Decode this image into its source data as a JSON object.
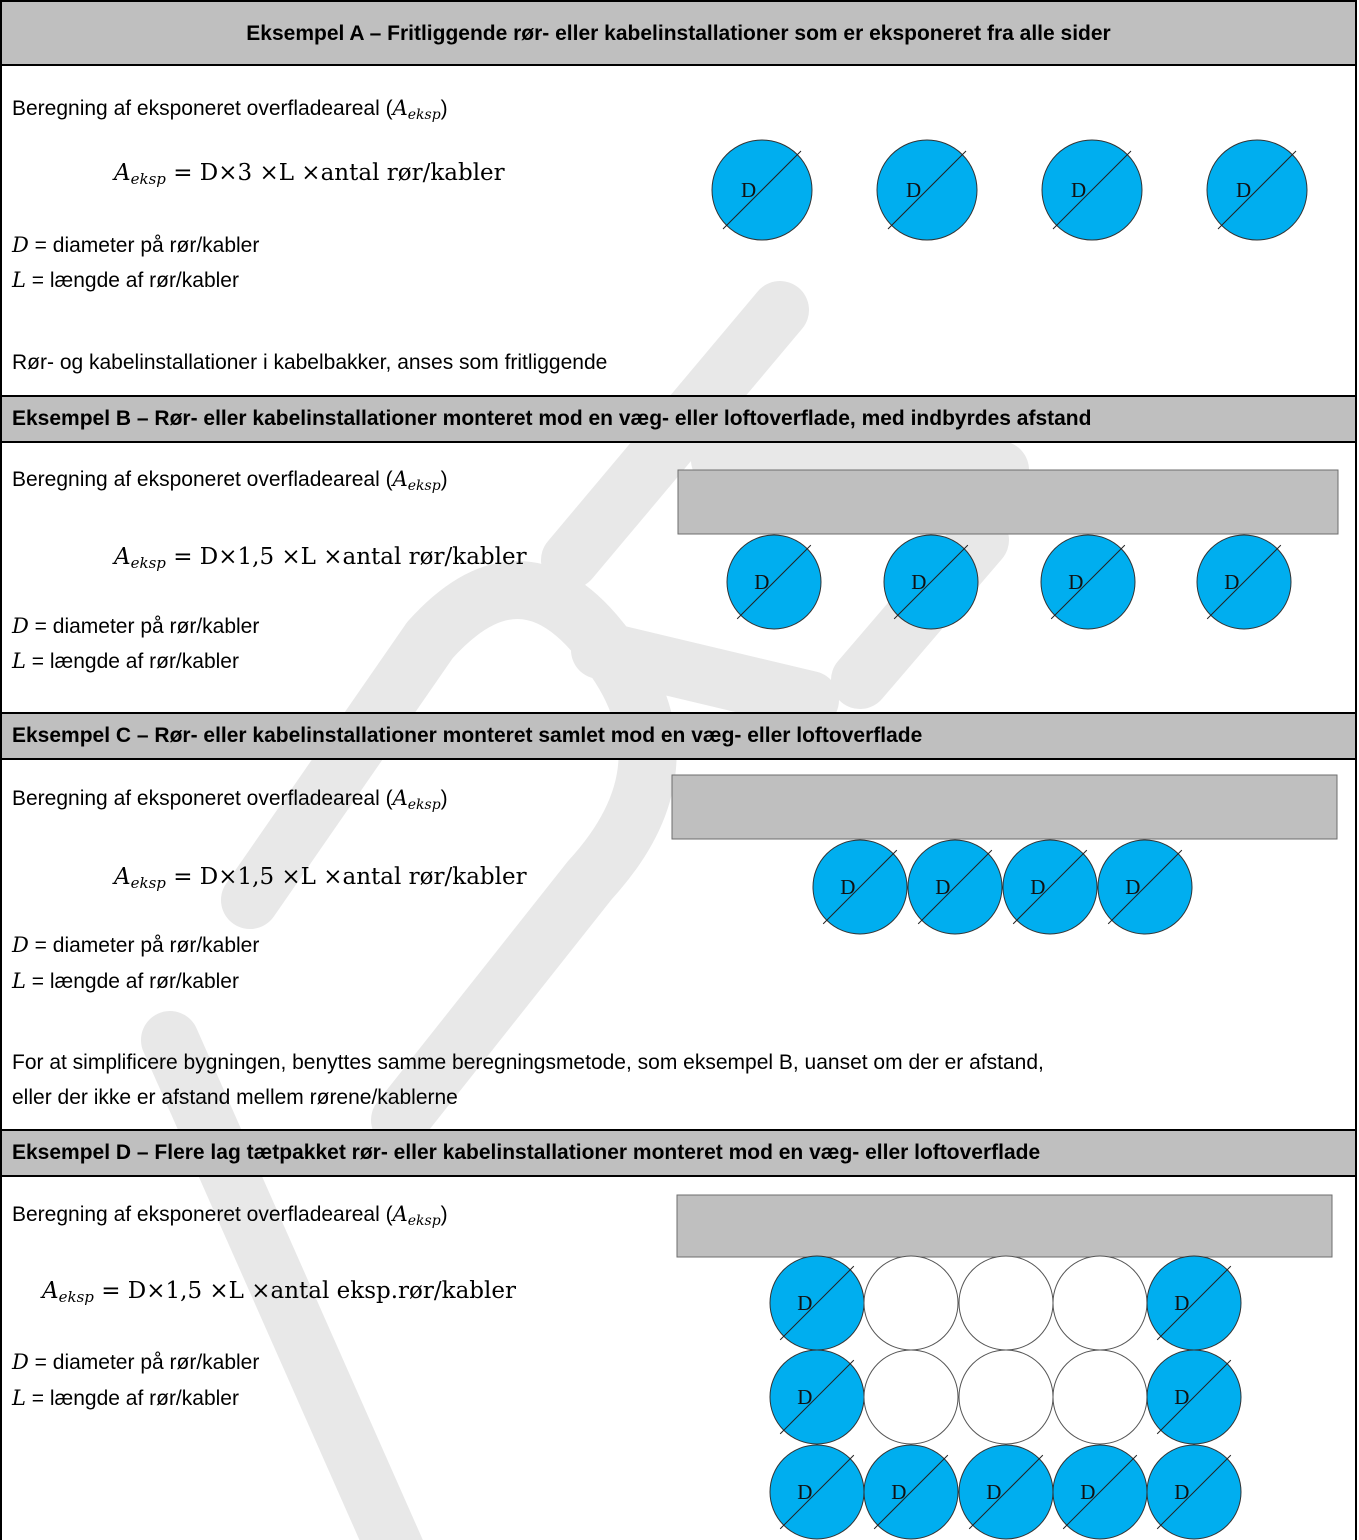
{
  "common": {
    "calc_label_pre": "Beregning af eksponeret overfladeareal (",
    "calc_label_sym": "A",
    "calc_label_sub": "eksp",
    "calc_label_post": ")",
    "d_sym": "D",
    "d_def": " = diameter på rør/kabler",
    "l_sym": "L",
    "l_def": " = længde af rør/kabler",
    "circle_label": "D",
    "fill_color": "#00aeef",
    "wall_color": "#bfbfbf",
    "header_color": "#bfbfbf"
  },
  "example_a": {
    "title": "Eksempel A – Fritliggende rør- eller kabelinstallationer som er eksponeret fra alle sider",
    "formula_lhs": "A",
    "formula_sub": "eksp",
    "formula_rhs": " = D×3 ×L ×antal rør/kabler",
    "note": "Rør- og kabelinstallationer i kabelbakker, anses som fritliggende"
  },
  "example_b": {
    "title": "Eksempel B – Rør- eller kabelinstallationer monteret mod en væg- eller loftoverflade, med indbyrdes afstand",
    "formula_lhs": "A",
    "formula_sub": "eksp",
    "formula_rhs": " = D×1,5 ×L ×antal rør/kabler"
  },
  "example_c": {
    "title": "Eksempel C – Rør- eller kabelinstallationer monteret samlet mod en væg- eller loftoverflade",
    "formula_lhs": "A",
    "formula_sub": "eksp",
    "formula_rhs": " = D×1,5 ×L ×antal rør/kabler",
    "note_line1": "For at simplificere bygningen, benyttes samme beregningsmetode, som eksempel B, uanset om der er afstand,",
    "note_line2": "eller der ikke er afstand mellem rørene/kablerne"
  },
  "example_d": {
    "title": "Eksempel D – Flere lag tætpakket rør- eller kabelinstallationer monteret mod en væg- eller loftoverflade",
    "formula_lhs": "A",
    "formula_sub": "eksp",
    "formula_rhs": " = D×1,5 ×L ×antal eksp.rør/kabler"
  },
  "watermark": {
    "text": "UDK.",
    "color": "#e8e8e8"
  }
}
